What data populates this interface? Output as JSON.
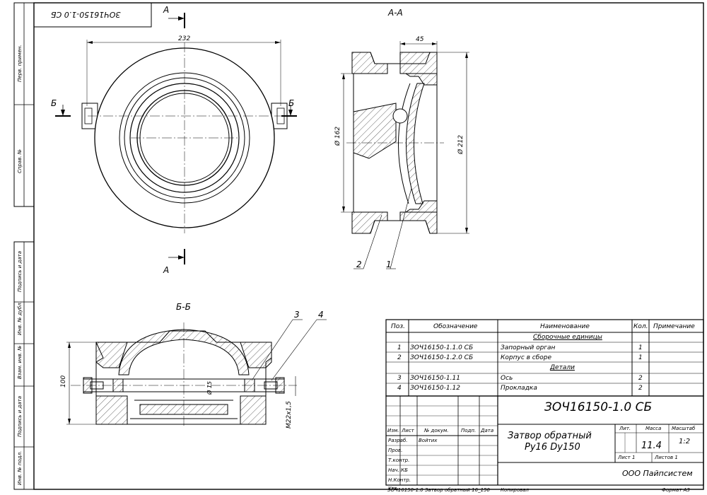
{
  "drawing_code_rotated": "ЗОЧ16150-1.0 СБ",
  "side_strip": [
    "Перв. примен.",
    "Справ. №",
    "Подпись и дата",
    "Инв. № дубл.",
    "Взам. инв. №",
    "Подпись и дата",
    "Инв. № подл."
  ],
  "views": {
    "section_aa_title": "А-А",
    "section_bb_title": "Б-Б",
    "cut_a": "А",
    "cut_b": "Б",
    "dim_232": "232",
    "dim_45": "45",
    "dim_162": "Ø 162",
    "dim_212": "Ø 212",
    "dim_100": "100",
    "dim_15": "Ø 15",
    "dim_m22": "M22x1,5",
    "callouts": [
      "1",
      "2",
      "3",
      "4"
    ]
  },
  "spec": {
    "headers": [
      "Поз.",
      "Обозначение",
      "Наименование",
      "Кол.",
      "Примечание"
    ],
    "section1": "Сборочные единицы",
    "section2": "Детали",
    "rows1": [
      {
        "pos": "1",
        "code": "ЗОЧ16150-1.1.0 СБ",
        "name": "Запорный орган",
        "qty": "1"
      },
      {
        "pos": "2",
        "code": "ЗОЧ16150-1.2.0 СБ",
        "name": "Корпус в сборе",
        "qty": "1"
      }
    ],
    "rows2": [
      {
        "pos": "3",
        "code": "ЗОЧ16150-1.11",
        "name": "Ось",
        "qty": "2"
      },
      {
        "pos": "4",
        "code": "ЗОЧ16150-1.12",
        "name": "Прокладка",
        "qty": "2"
      }
    ]
  },
  "titleblock": {
    "code": "ЗОЧ16150-1.0 СБ",
    "name_line1": "Затвор обратный",
    "name_line2": "Ру16 Dу150",
    "lit": "Лит.",
    "mass_label": "Масса",
    "scale_label": "Масштаб",
    "mass": "11.4",
    "scale": "1:2",
    "sheet": "Лист 1",
    "sheets": "Листов 1",
    "org": "ООО Пайпсистем",
    "head_cols": [
      "Изм.",
      "Лист",
      "№ докум.",
      "Подп.",
      "Дата"
    ],
    "roles": [
      "Разраб.",
      "Пров.",
      "Т.контр.",
      "Нач. КБ",
      "Н.Контр.",
      "Утв."
    ],
    "developer": "Войтих"
  },
  "footer": {
    "file": "ЗОЧ16150-1.0  Затвор обратный 16_150",
    "copied": "Копировал",
    "format": "Формат А3"
  }
}
